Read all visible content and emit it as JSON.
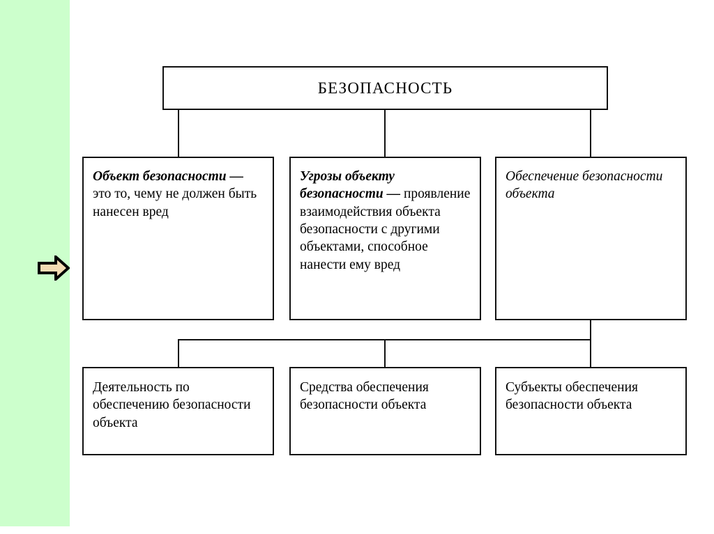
{
  "slide": {
    "background_color": "#ffffff",
    "side_band_color": "#ccffcc",
    "line_color": "#111111",
    "arrow_fill_color": "#f3dcb4"
  },
  "diagram": {
    "title": "БЕЗОПАСНОСТЬ",
    "level2": [
      {
        "id": "object",
        "term": "Объект безопасности —",
        "definition": " это то, чему не должен быть нанесен вред"
      },
      {
        "id": "threats",
        "term": "Угрозы объекту безопасности —",
        "definition": " проявление взаимодействия объекта безопасности с другими объектами, способное нанести ему вред"
      },
      {
        "id": "assurance",
        "term": "Обеспечение безопасности объекта",
        "definition": ""
      }
    ],
    "level3": [
      {
        "id": "activity",
        "label": "Деятельность по обеспечению безопасности объекта"
      },
      {
        "id": "means",
        "label": "Средства обеспечения безопасности объекта"
      },
      {
        "id": "subjects",
        "label": "Субъекты обеспечения безопасности объекта"
      }
    ]
  }
}
